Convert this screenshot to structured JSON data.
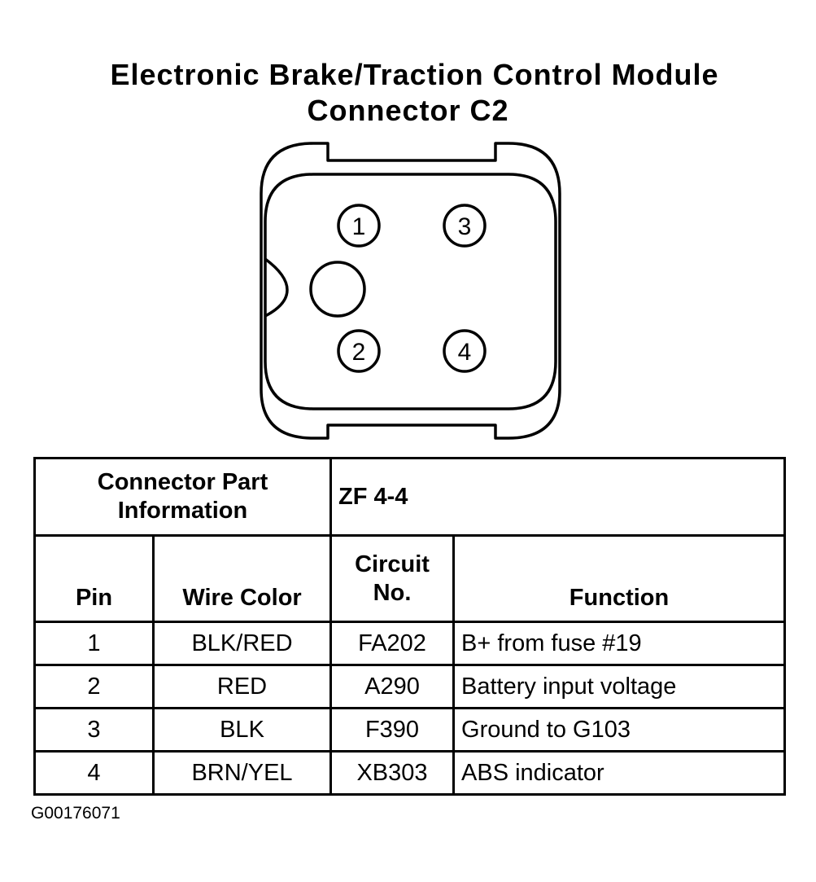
{
  "title": {
    "line1": "Electronic Brake/Traction Control Module",
    "line2": "Connector C2"
  },
  "connector": {
    "pins": [
      {
        "label": "1"
      },
      {
        "label": "3"
      },
      {
        "label": "2"
      },
      {
        "label": "4"
      }
    ]
  },
  "table": {
    "part_info_label": "Connector Part Information",
    "part_info_value": "ZF 4-4",
    "headers": {
      "pin": "Pin",
      "wire_color": "Wire Color",
      "circuit": "Circuit No.",
      "function": "Function"
    },
    "rows": [
      {
        "pin": "1",
        "wire_color": "BLK/RED",
        "circuit": "FA202",
        "function": "B+ from fuse #19"
      },
      {
        "pin": "2",
        "wire_color": "RED",
        "circuit": "A290",
        "function": "Battery input voltage"
      },
      {
        "pin": "3",
        "wire_color": "BLK",
        "circuit": "F390",
        "function": "Ground to G103"
      },
      {
        "pin": "4",
        "wire_color": "BRN/YEL",
        "circuit": "XB303",
        "function": "ABS indicator"
      }
    ]
  },
  "figure_code": "G00176071"
}
